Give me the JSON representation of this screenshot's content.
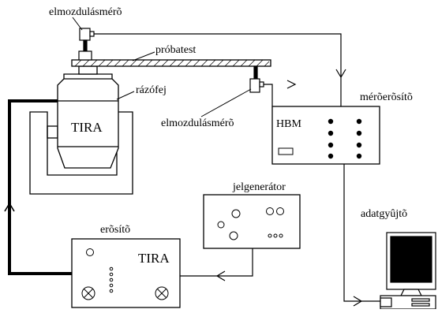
{
  "labels": {
    "displacement_top": "elmozdulásmérõ",
    "specimen": "próbatest",
    "shaker_head": "rázófej",
    "shaker_brand": "TIRA",
    "displacement_mid": "elmozdulásmérõ",
    "amplifier_label": "mérõerõsítõ",
    "amplifier_brand": "HBM",
    "generator": "jelgenerátor",
    "data_logger": "adatgyûjtõ",
    "power_amp": "erõsítõ",
    "power_amp_brand": "TIRA"
  }
}
